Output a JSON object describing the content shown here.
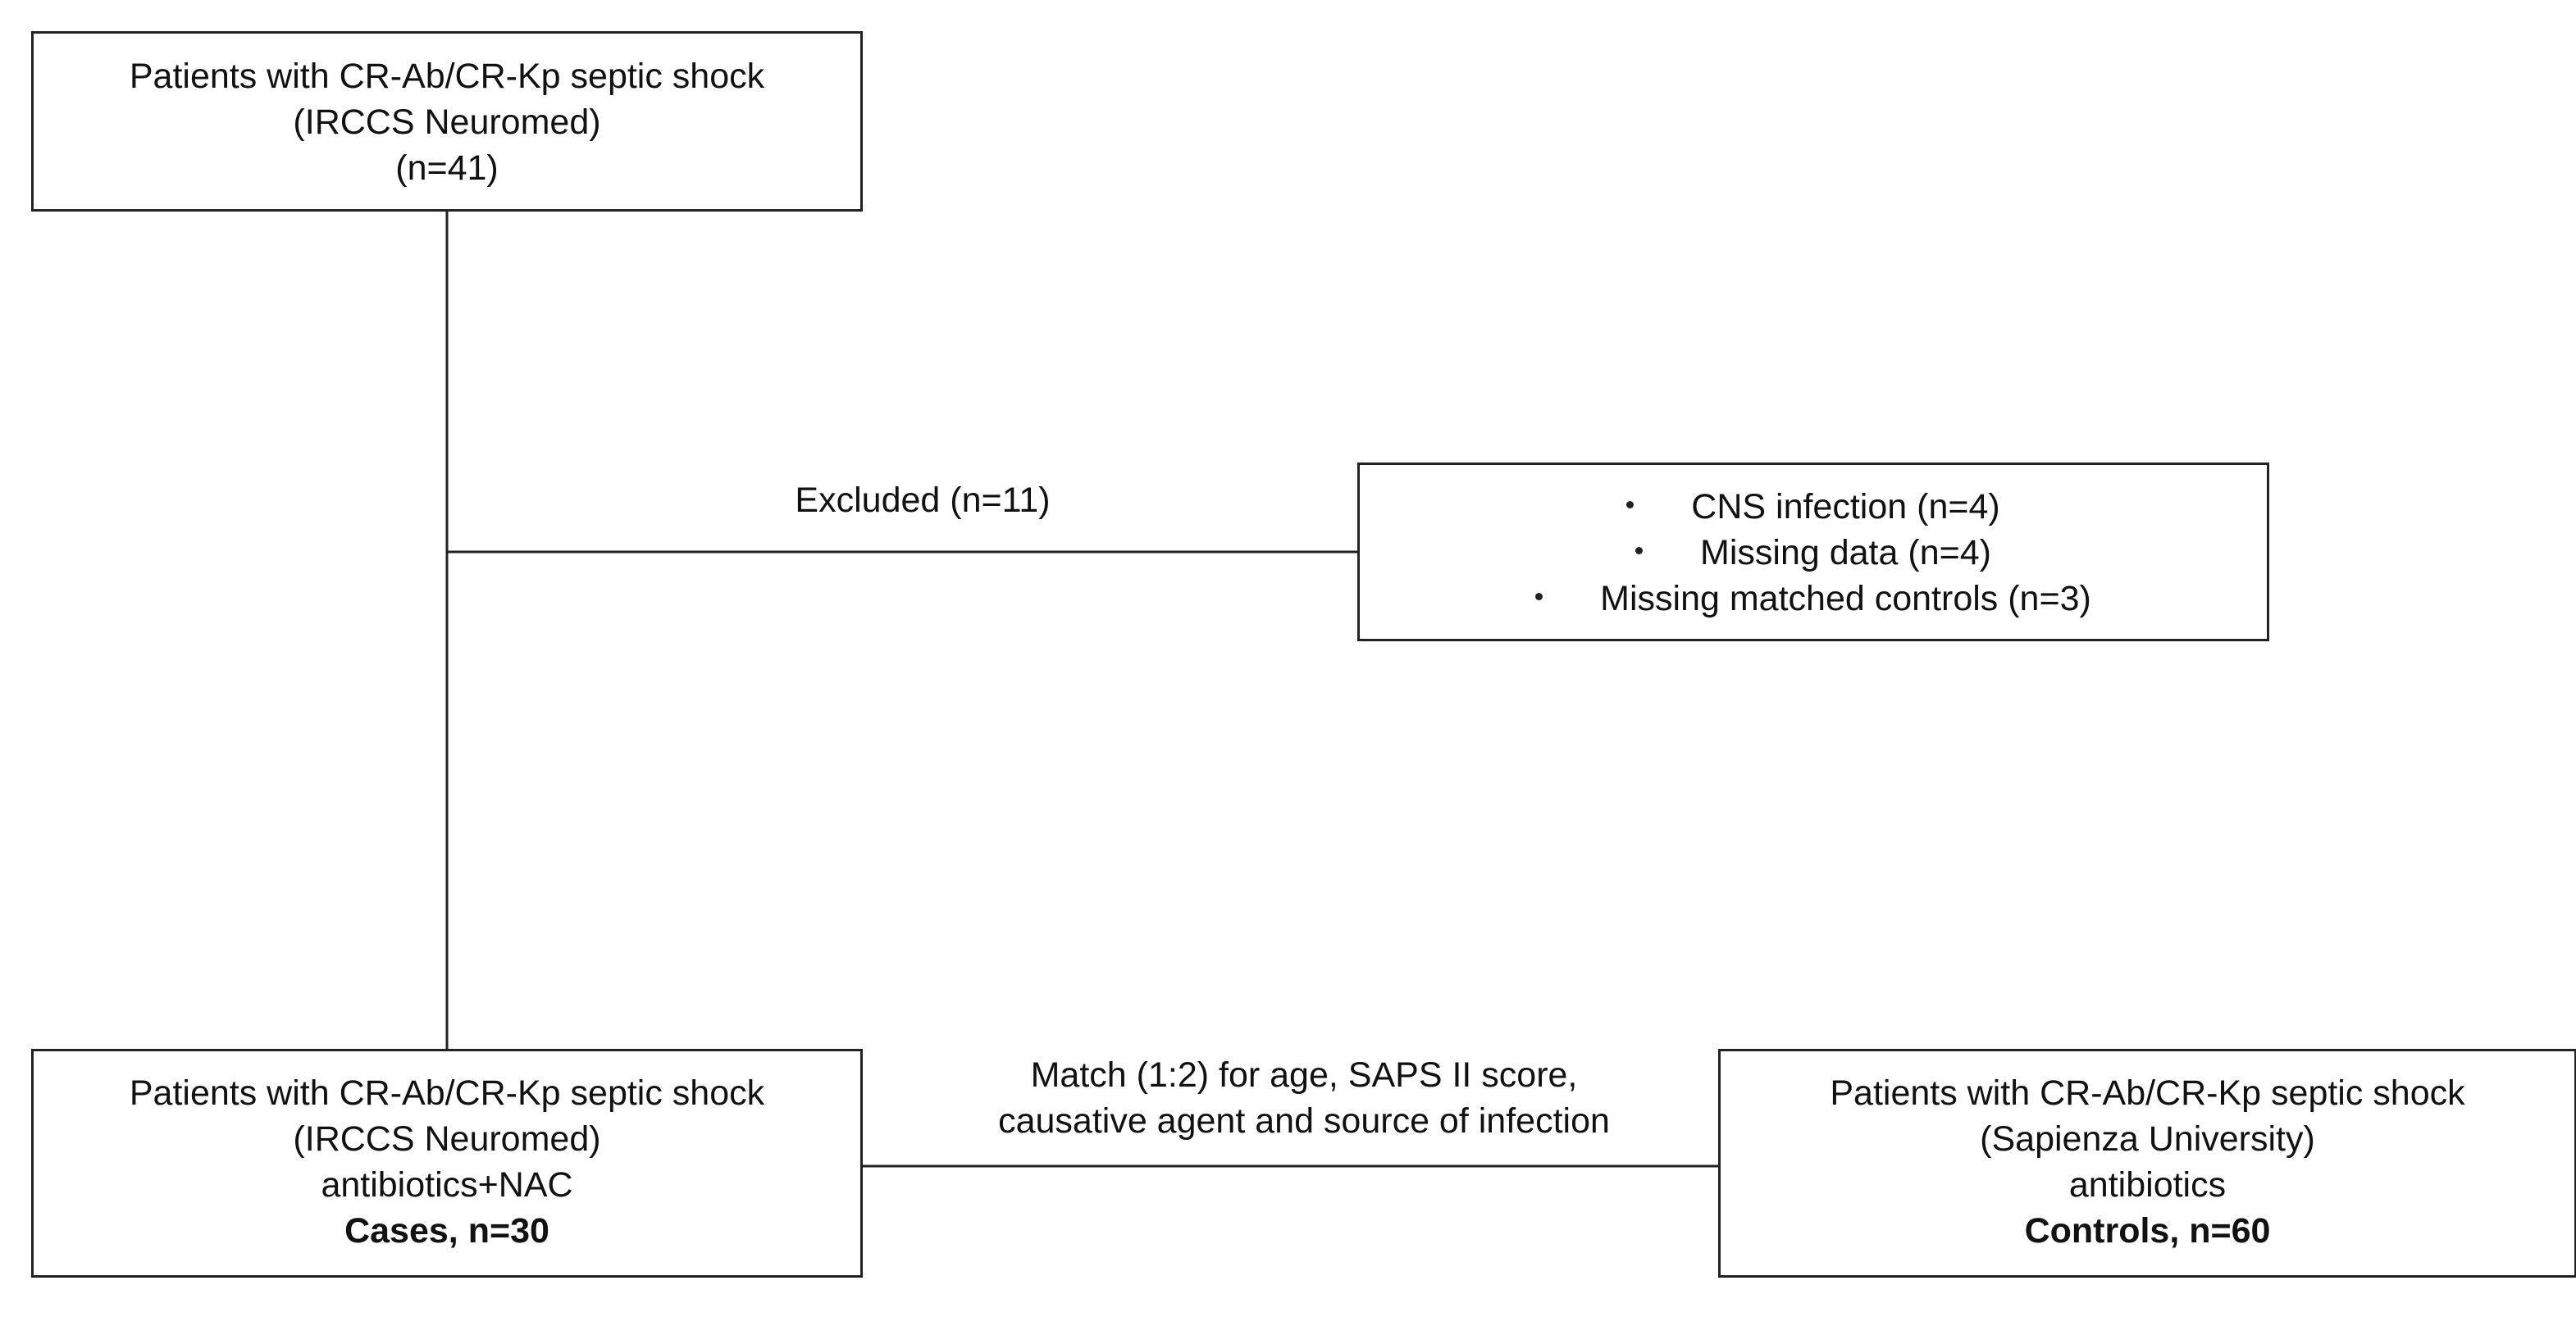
{
  "top_box": {
    "lines": [
      "Patients with CR-Ab/CR-Kp septic shock",
      "(IRCCS Neuromed)",
      "(n=41)"
    ]
  },
  "excluded": {
    "label": "Excluded (n=11)",
    "items": [
      "CNS infection (n=4)",
      "Missing data (n=4)",
      "Missing matched controls (n=3)"
    ]
  },
  "cases_box": {
    "lines": [
      "Patients with CR-Ab/CR-Kp septic shock",
      "(IRCCS Neuromed)",
      "antibiotics+NAC"
    ],
    "bold": "Cases, n=30"
  },
  "match": {
    "lines": [
      "Match (1:2) for age, SAPS II score,",
      "causative agent and source of infection"
    ]
  },
  "controls_box": {
    "lines": [
      "Patients with CR-Ab/CR-Kp septic shock",
      "(Sapienza University)",
      "antibiotics"
    ],
    "bold": "Controls, n=60"
  },
  "colors": {
    "line": "#222222",
    "background": "#ffffff"
  }
}
